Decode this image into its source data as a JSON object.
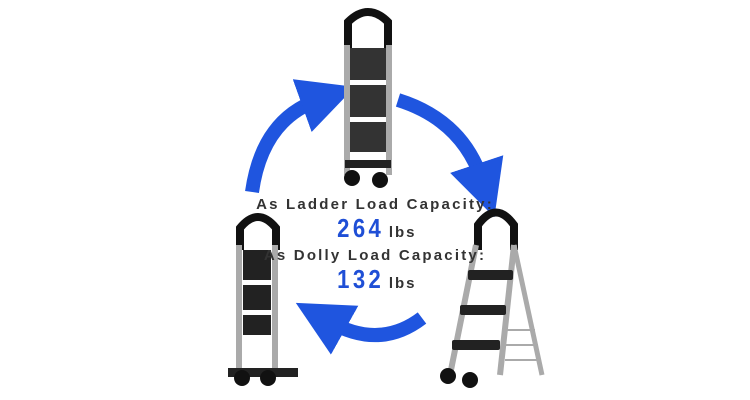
{
  "ladder_label": "As Ladder Load Capacity:",
  "ladder_value": "264",
  "ladder_unit": "lbs",
  "dolly_label": "As Dolly Load Capacity:",
  "dolly_value": "132",
  "dolly_unit": "lbs",
  "colors": {
    "arrow": "#1f55df",
    "value": "#1f4fd6"
  }
}
